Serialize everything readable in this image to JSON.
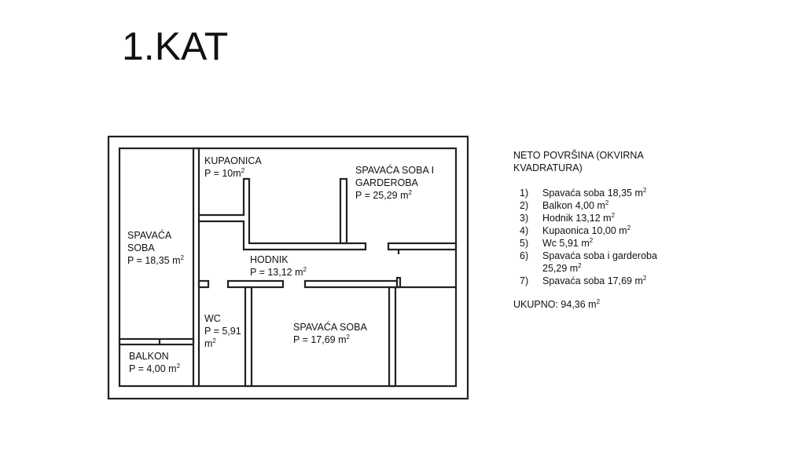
{
  "title": "1.KAT",
  "rooms": {
    "kupaonica": {
      "name": "KUPAONICA",
      "area": "P = 10m",
      "unit_sup": "2"
    },
    "spavaca_garderoba": {
      "name_l1": "SPAVAĆA SOBA I",
      "name_l2": "GARDEROBA",
      "area": "P = 25,29 m",
      "unit_sup": "2"
    },
    "spavaca_left": {
      "name_l1": "SPAVAĆA",
      "name_l2": "SOBA",
      "area": "P = 18,35 m",
      "unit_sup": "2"
    },
    "hodnik": {
      "name": "HODNIK",
      "area": "P = 13,12 m",
      "unit_sup": "2"
    },
    "wc": {
      "name": "WC",
      "area_l1": "P = 5,91",
      "area_l2": "m",
      "unit_sup": "2"
    },
    "spavaca_bottom": {
      "name": "SPAVAĆA SOBA",
      "area": "P = 17,69 m",
      "unit_sup": "2"
    },
    "balkon": {
      "name": "BALKON",
      "area": "P = 4,00 m",
      "unit_sup": "2"
    }
  },
  "legend": {
    "header": "NETO POVRŠINA (OKVIRNA KVADRATURA)",
    "items": [
      {
        "num": "1)",
        "text": "Spavaća soba 18,35 m",
        "sup": "2"
      },
      {
        "num": "2)",
        "text": "Balkon 4,00 m",
        "sup": "2"
      },
      {
        "num": "3)",
        "text": "Hodnik 13,12 m",
        "sup": "2"
      },
      {
        "num": "4)",
        "text": "Kupaonica 10,00 m",
        "sup": "2"
      },
      {
        "num": "5)",
        "text": "Wc 5,91 m",
        "sup": "2"
      },
      {
        "num": "6)",
        "text": "Spavaća soba i garderoba",
        "text2": "25,29 m",
        "sup": "2"
      },
      {
        "num": "7)",
        "text": "Spavaća soba 17,69 m",
        "sup": "2"
      }
    ],
    "total": "UKUPNO: 94,36 m",
    "total_sup": "2"
  }
}
